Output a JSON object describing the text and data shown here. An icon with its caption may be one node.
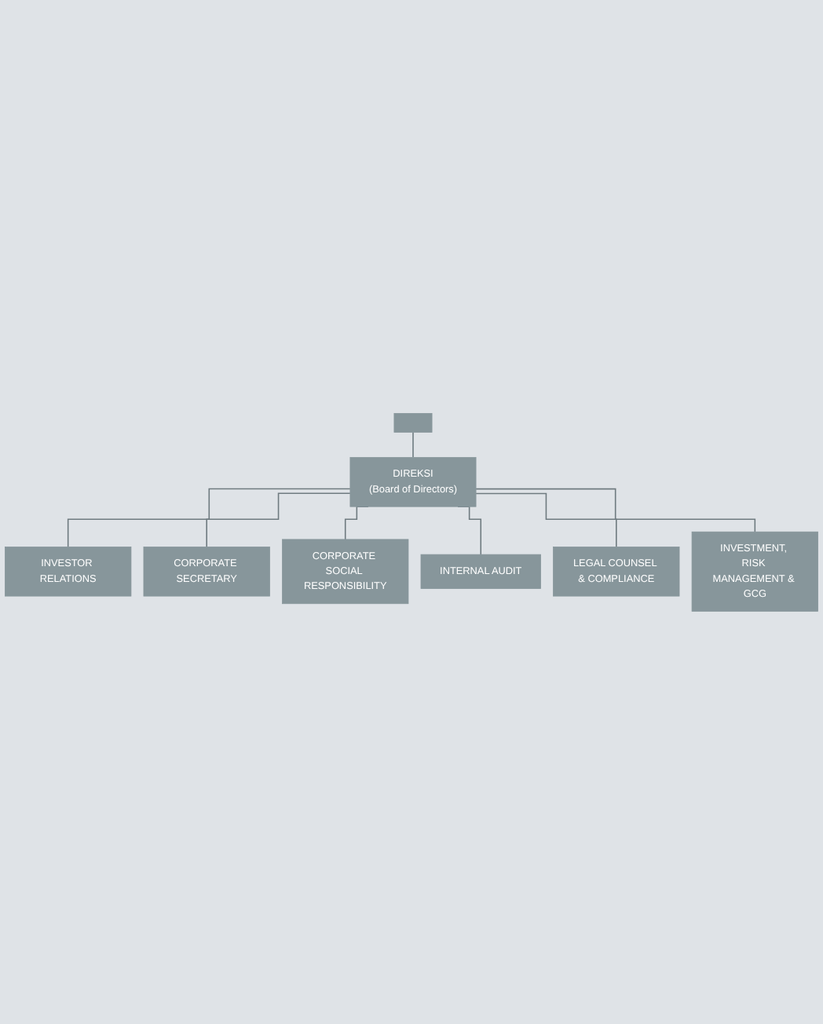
{
  "diagram": {
    "nodes": [
      {
        "text": [],
        "shape": "box"
      },
      {
        "text": [
          "DIREKSI",
          "(Board of Directors)"
        ]
      },
      {
        "text": [
          "INVESTOR RELATIONS"
        ]
      },
      {
        "text": [
          "CORPORATE SECRETARY"
        ]
      },
      {
        "text": [
          "CORPORATE SOCIAL RESPONSIBILITY"
        ]
      },
      {
        "text": [
          "INTERNAL AUDIT"
        ]
      },
      {
        "text": [
          "LEGAL COUNSEL & COMPLIANCE"
        ]
      },
      {
        "text": [
          "INVESTMENT, RISK MANAGEMENT & GCG"
        ]
      }
    ],
    "edges": [
      {
        "from": 0,
        "to": 1,
        "arrow": "none"
      },
      {
        "from": 1,
        "to": 2,
        "arrow": "none"
      },
      {
        "from": 1,
        "to": 3,
        "arrow": "none"
      },
      {
        "from": 1,
        "to": 4,
        "arrow": "none"
      },
      {
        "from": 1,
        "to": 5,
        "arrow": "none"
      },
      {
        "from": 1,
        "to": 6,
        "arrow": "none"
      },
      {
        "from": 1,
        "to": 7,
        "arrow": "none"
      }
    ]
  }
}
